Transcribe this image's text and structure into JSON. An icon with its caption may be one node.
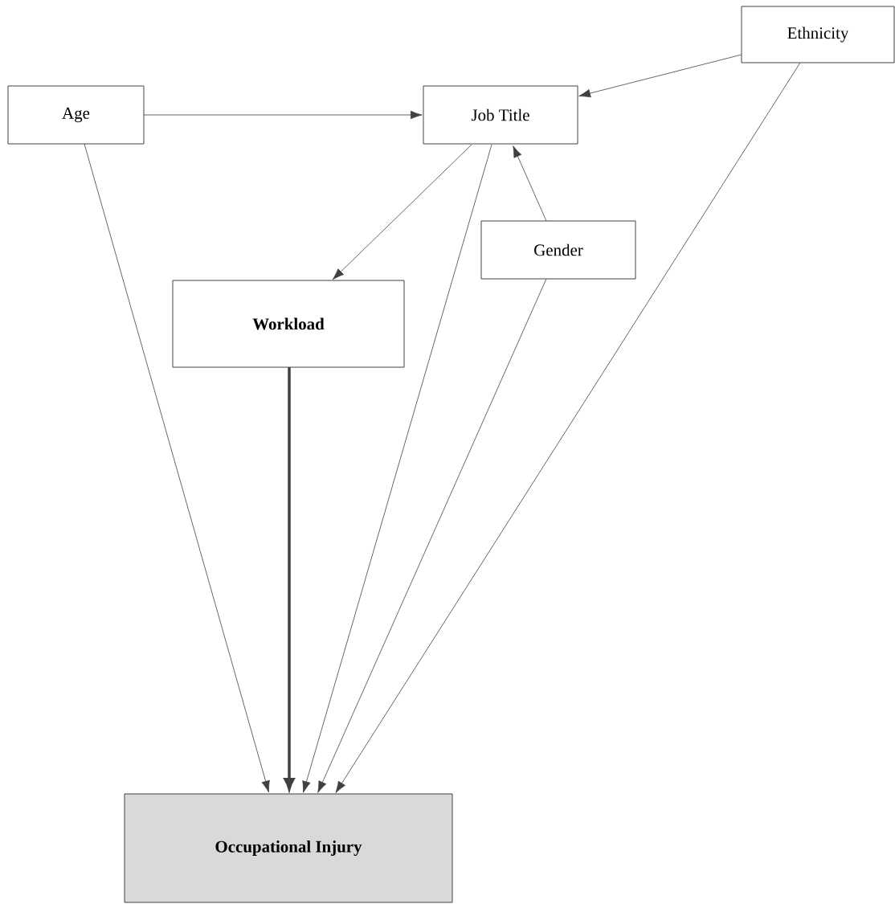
{
  "diagram": {
    "nodes": [
      {
        "text": [
          "Ethnicity"
        ]
      },
      {
        "text": [
          "Age"
        ]
      },
      {
        "text": [
          "Job Title"
        ]
      },
      {
        "text": [
          "Gender"
        ]
      },
      {
        "text": [
          "Workload"
        ]
      },
      {
        "text": [
          "Occupational Injury"
        ]
      }
    ],
    "edges": [
      {
        "from": 1,
        "to": 2,
        "arrow": "to"
      },
      {
        "from": 0,
        "to": 2,
        "arrow": "to"
      },
      {
        "from": 2,
        "to": 4,
        "arrow": "to"
      },
      {
        "from": 3,
        "to": 2,
        "arrow": "to"
      },
      {
        "from": 1,
        "to": 5,
        "arrow": "to"
      },
      {
        "from": 4,
        "to": 5,
        "arrow": "to",
        "style": "thick"
      },
      {
        "from": 2,
        "to": 5,
        "arrow": "to"
      },
      {
        "from": 3,
        "to": 5,
        "arrow": "to"
      },
      {
        "from": 0,
        "to": 5,
        "arrow": "to"
      }
    ]
  }
}
